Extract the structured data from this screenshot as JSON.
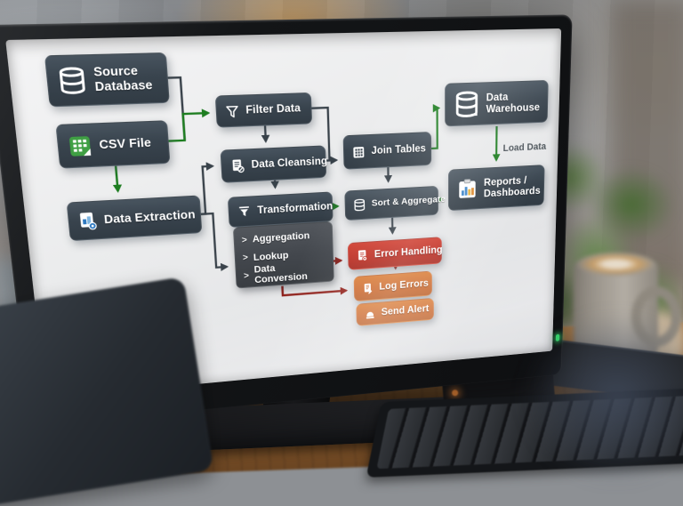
{
  "flowchart": {
    "bullet": ">",
    "nodes": [
      {
        "id": "source-database",
        "label": "Source Database",
        "icon": "database-icon",
        "kind": "dark"
      },
      {
        "id": "csv-file",
        "label": "CSV File",
        "icon": "csv-icon",
        "kind": "dark"
      },
      {
        "id": "data-extraction",
        "label": "Data Extraction",
        "icon": "extract-icon",
        "kind": "dark"
      },
      {
        "id": "filter-data",
        "label": "Filter Data",
        "icon": "filter-icon",
        "kind": "dark"
      },
      {
        "id": "data-cleansing",
        "label": "Data Cleansing",
        "icon": "cleansing-icon",
        "kind": "dark"
      },
      {
        "id": "transformation",
        "label": "Transformation",
        "icon": "transform-icon",
        "kind": "dark",
        "items": [
          "Aggregation",
          "Lookup",
          "Data Conversion"
        ]
      },
      {
        "id": "join-tables",
        "label": "Join Tables",
        "icon": "table-icon",
        "kind": "dark"
      },
      {
        "id": "sort-aggregate",
        "label": "Sort & Aggregate",
        "icon": "database-icon",
        "kind": "dark"
      },
      {
        "id": "error-handling",
        "label": "Error Handling",
        "icon": "error-doc-icon",
        "kind": "red"
      },
      {
        "id": "log-errors",
        "label": "Log Errors",
        "icon": "log-doc-icon",
        "kind": "orange"
      },
      {
        "id": "send-alert",
        "label": "Send Alert",
        "icon": "alert-icon",
        "kind": "orange"
      },
      {
        "id": "data-warehouse",
        "label": "Data Warehouse",
        "icon": "warehouse-icon",
        "kind": "dark"
      },
      {
        "id": "reports-dashboards",
        "label": "Reports / Dashboards",
        "icon": "report-icon",
        "kind": "dark"
      }
    ],
    "edge_labels": {
      "load_data": "Load Data"
    },
    "colors": {
      "node_dark": "#3b4650",
      "node_red": "#bd2f24",
      "node_orange": "#cb662a",
      "arrow_green": "#1d7d20",
      "arrow_dark": "#39424a",
      "arrow_red": "#8f1c16",
      "screen_bg": "#eaebec",
      "led_green": "#35d46a"
    }
  }
}
